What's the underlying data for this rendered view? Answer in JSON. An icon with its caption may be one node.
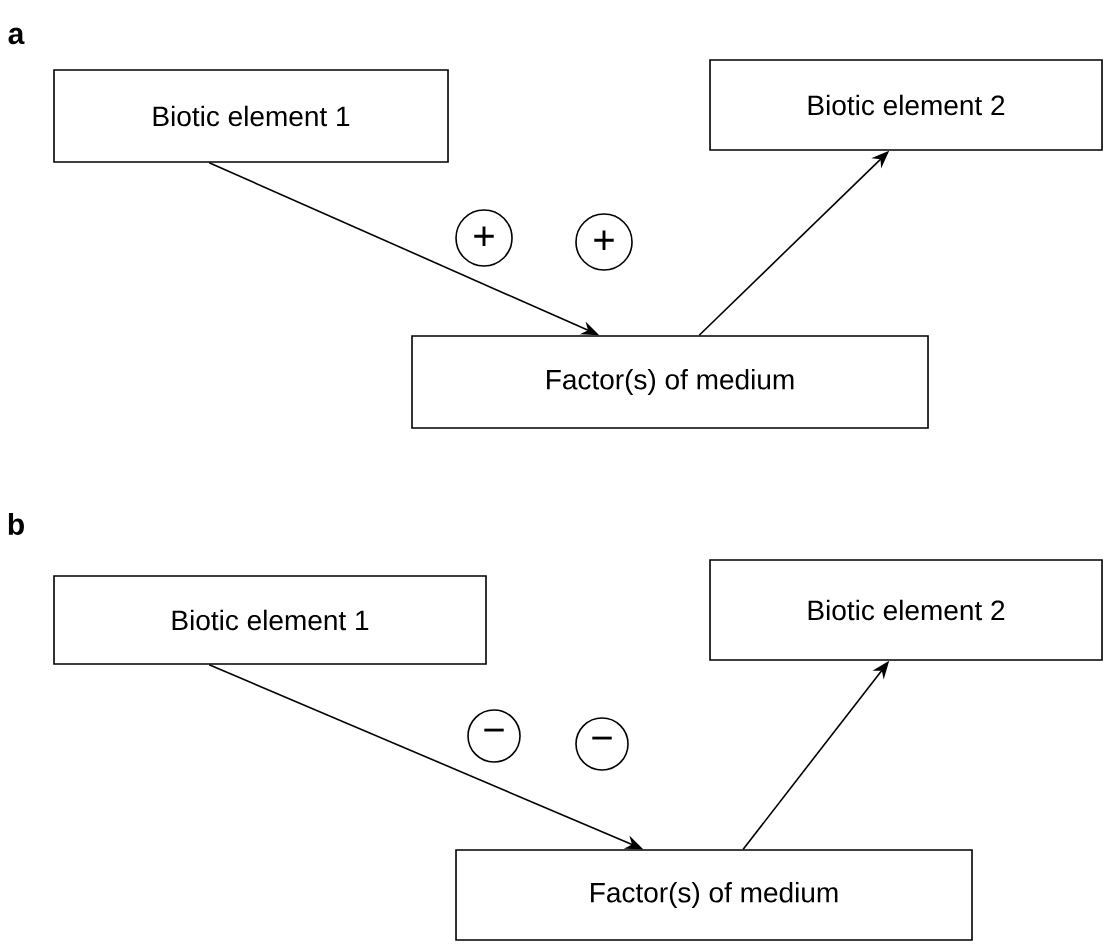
{
  "diagram": {
    "nodes": [
      {
        "text": [
          "Biotic element 1"
        ]
      },
      {
        "text": [
          "Biotic element 2"
        ]
      },
      {
        "text": [
          "+"
        ]
      },
      {
        "text": [
          "+"
        ]
      },
      {
        "text": [
          "Factor(s) of medium"
        ]
      },
      {
        "text": [
          "Biotic element 1"
        ]
      },
      {
        "text": [
          "Biotic element 2"
        ]
      },
      {
        "text": [
          "−"
        ]
      },
      {
        "text": [
          "−"
        ]
      },
      {
        "text": [
          "Factor(s) of medium"
        ]
      }
    ],
    "edges": [
      {
        "from": 0,
        "to": 4,
        "arrow": "to"
      },
      {
        "from": 4,
        "to": 1,
        "arrow": "to"
      },
      {
        "from": 5,
        "to": 9,
        "arrow": "to"
      },
      {
        "from": 9,
        "to": 6,
        "arrow": "to"
      }
    ],
    "labels": [
      "a",
      "b"
    ]
  }
}
